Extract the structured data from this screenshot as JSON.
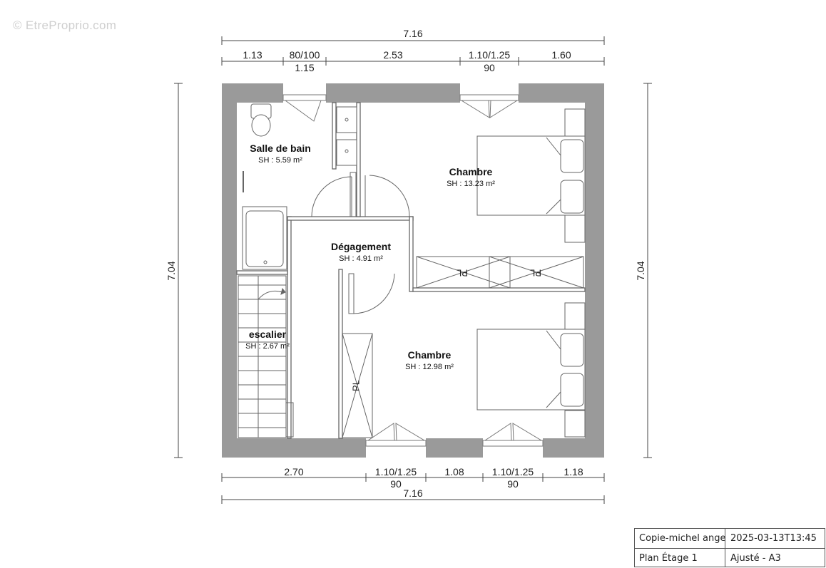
{
  "watermark": "© EtreProprio.com",
  "dimensions": {
    "top_total": "7.16",
    "top_segments": [
      "1.13",
      "80/100",
      "2.53",
      "1.10/1.25",
      "1.60"
    ],
    "top_subs": [
      "1.15",
      "90"
    ],
    "bottom_segments": [
      "2.70",
      "1.10/1.25",
      "1.08",
      "1.10/1.25",
      "1.18"
    ],
    "bottom_subs": [
      "90",
      "90"
    ],
    "bottom_total": "7.16",
    "left_height": "7.04",
    "right_height": "7.04"
  },
  "rooms": {
    "salle_de_bain": {
      "name": "Salle de bain",
      "area": "SH : 5.59 m²"
    },
    "chambre_1": {
      "name": "Chambre",
      "area": "SH : 13.23 m²"
    },
    "degagement": {
      "name": "Dégagement",
      "area": "SH : 4.91 m²"
    },
    "escalier": {
      "name": "escalier",
      "area": "SH : 2.67 m²"
    },
    "chambre_2": {
      "name": "Chambre",
      "area": "SH : 12.98 m²"
    }
  },
  "closet_labels": [
    "PL",
    "PL",
    "PL"
  ],
  "title_block": {
    "author": "Copie-michel ange",
    "timestamp": "2025-03-13T13:45",
    "plan_name": "Plan Étage 1",
    "scale": "Ajusté - A3"
  }
}
